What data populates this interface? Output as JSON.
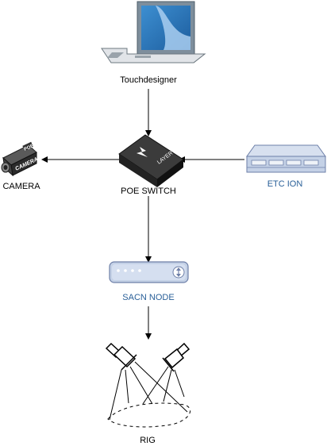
{
  "nodes": {
    "touchdesigner": {
      "label": "Touchdesigner",
      "icon": "laptop-icon"
    },
    "poe_switch": {
      "label": "POE SWITCH",
      "icon": "network-switch-icon",
      "device_text": "LAYER 2"
    },
    "camera": {
      "label": "CAMERA",
      "icon": "camera-icon",
      "device_text": "CAMERA",
      "badge": "POE"
    },
    "etc_ion": {
      "label": "ETC ION",
      "icon": "rack-server-icon"
    },
    "sacn_node": {
      "label": "SACN NODE",
      "icon": "router-icon"
    },
    "rig": {
      "label": "RIG",
      "icon": "stage-lights-icon"
    }
  },
  "colors": {
    "label_dark": "#000000",
    "label_blue": "#2a6099",
    "device_fill": "#c4d1e6",
    "device_stroke": "#6d7fa8",
    "edge": "#000000"
  }
}
